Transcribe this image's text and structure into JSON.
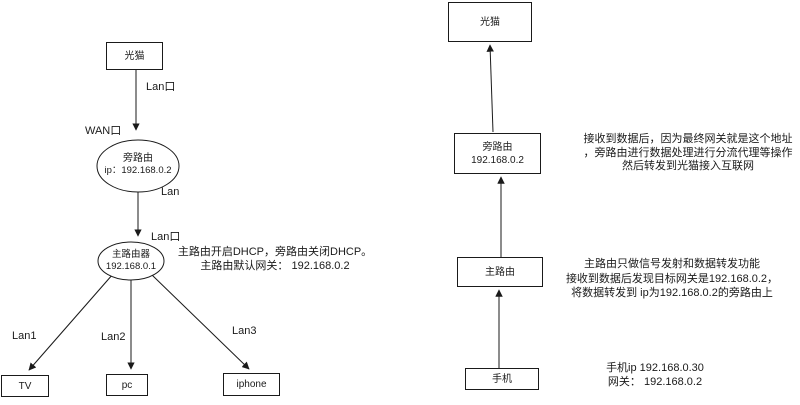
{
  "colors": {
    "background": "#ffffff",
    "stroke": "#1a1a1a",
    "text": "#1a1a1a"
  },
  "left_diagram": {
    "modem_label": "光猫",
    "lan_port_label_top": "Lan口",
    "wan_port_label": "WAN口",
    "side_router": {
      "name": "旁路由",
      "ip": "ip：192.168.0.2"
    },
    "lan_label_mid": "Lan",
    "lan_port_label_bottom": "Lan口",
    "main_router": {
      "name": "主路由器",
      "ip": "192.168.0.1"
    },
    "dhcp_note": {
      "line1": "主路由开启DHCP，旁路由关闭DHCP。",
      "line2": "主路由默认网关： 192.168.0.2"
    },
    "lan1_label": "Lan1",
    "lan2_label": "Lan2",
    "lan3_label": "Lan3",
    "tv_label": "TV",
    "pc_label": "pc",
    "iphone_label": "iphone"
  },
  "right_diagram": {
    "modem_label": "光猫",
    "side_router": {
      "name": "旁路由",
      "ip": "192.168.0.2"
    },
    "main_router_label": "主路由",
    "phone_label": "手机",
    "side_router_note": {
      "line1": "接收到数据后，因为最终网关就是这个地址",
      "line2": "，旁路由进行数据处理进行分流代理等操作",
      "line3": "然后转发到光猫接入互联网"
    },
    "main_router_note": {
      "line1": "主路由只做信号发射和数据转发功能",
      "line2": "接收到数据后发现目标网关是192.168.0.2，",
      "line3": "将数据转发到 ip为192.168.0.2的旁路由上"
    },
    "phone_note": {
      "line1": "手机ip 192.168.0.30",
      "line2": "网关： 192.168.0.2"
    }
  }
}
